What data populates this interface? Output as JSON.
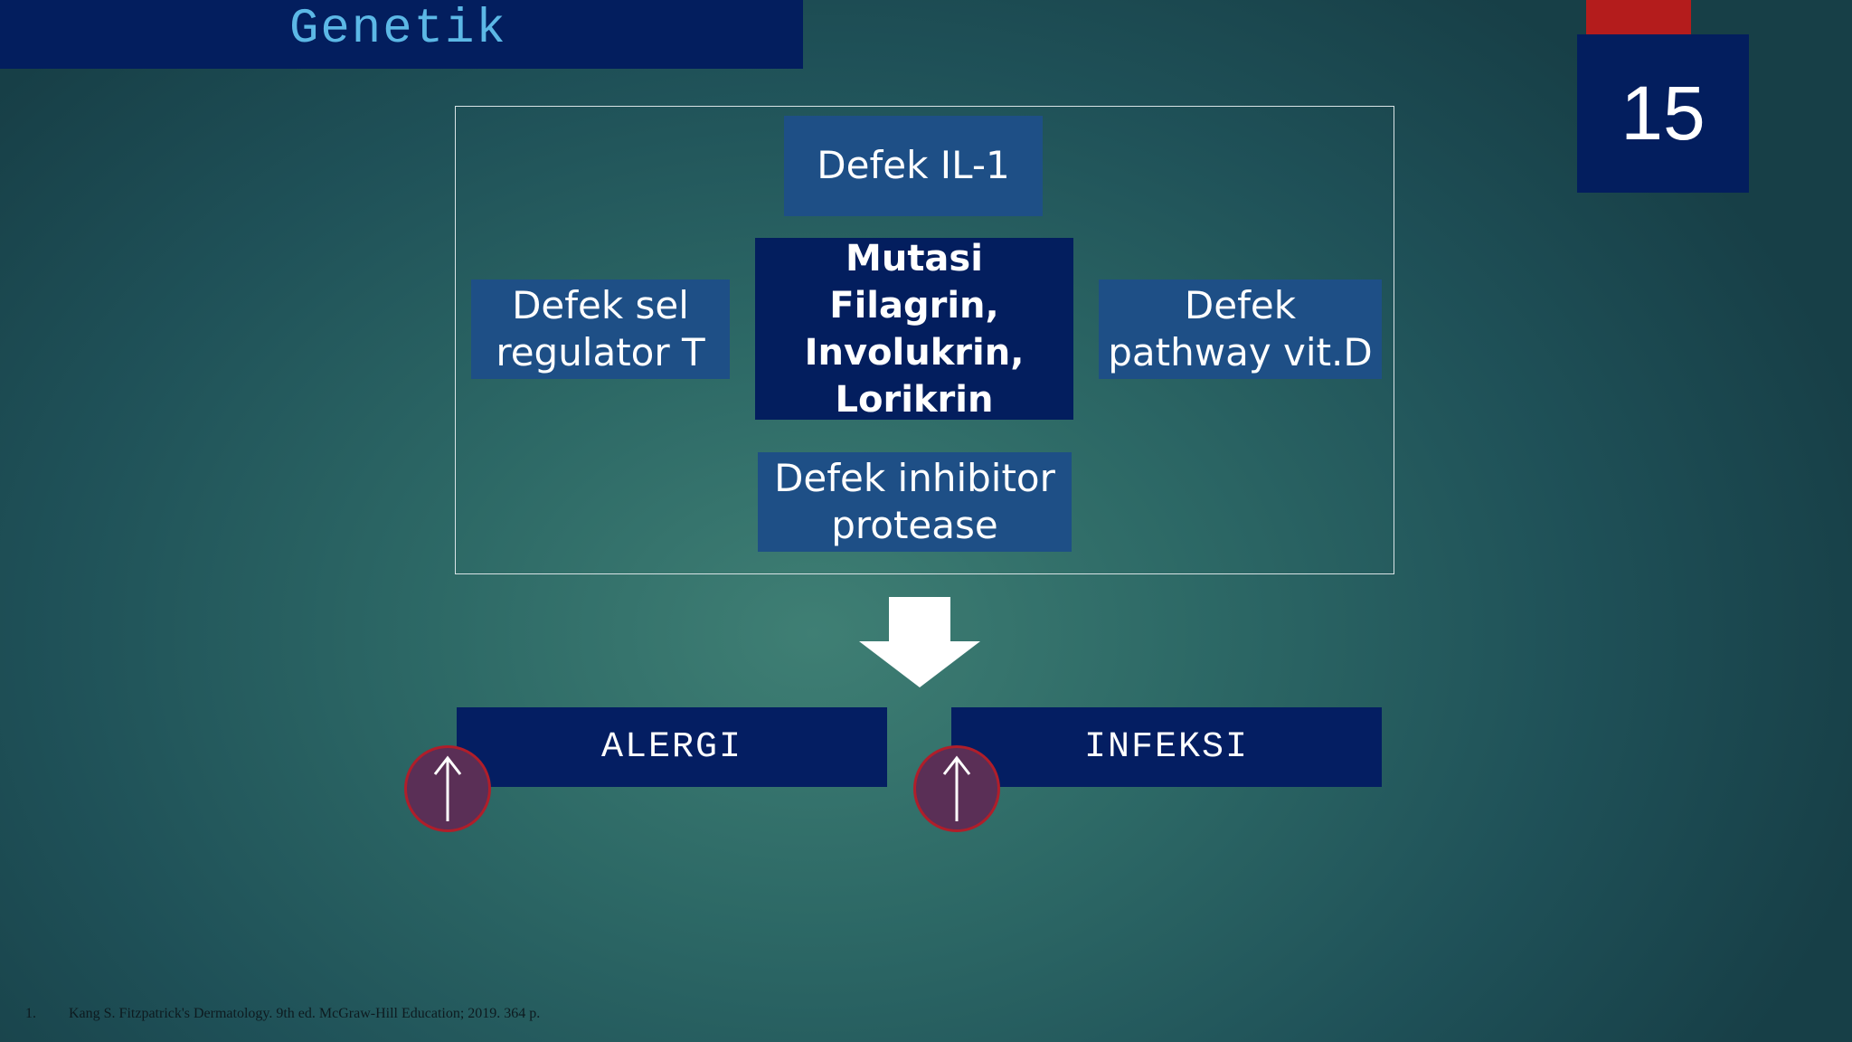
{
  "header": {
    "title": "Genetik"
  },
  "slide_number": "15",
  "diagram": {
    "top": "Defek IL-1",
    "center": [
      "Mutasi",
      "Filagrin,",
      "Involukrin,",
      "Lorikrin"
    ],
    "left": [
      "Defek sel",
      "regulator T"
    ],
    "right": [
      "Defek",
      "pathway vit.D"
    ],
    "bottom": [
      "Defek inhibitor",
      "protease"
    ]
  },
  "effects": [
    {
      "label": "ALERGI",
      "indicator": "↑"
    },
    {
      "label": "INFEKSI",
      "indicator": "↑"
    }
  ],
  "footnote": {
    "number": "1.",
    "text": "Kang S. Fitzpatrick's Dermatology. 9th ed. McGraw-Hill Education; 2019. 364 p."
  },
  "colors": {
    "dark_navy": "#031e5e",
    "medium_blue": "#1e4f86",
    "title_text": "#5cb8e6",
    "accent_red": "#b41c1c",
    "circle_fill": "#5a2f56"
  },
  "icons": {
    "flow_arrow": "down-arrow-icon",
    "increase": "up-arrow-icon"
  }
}
